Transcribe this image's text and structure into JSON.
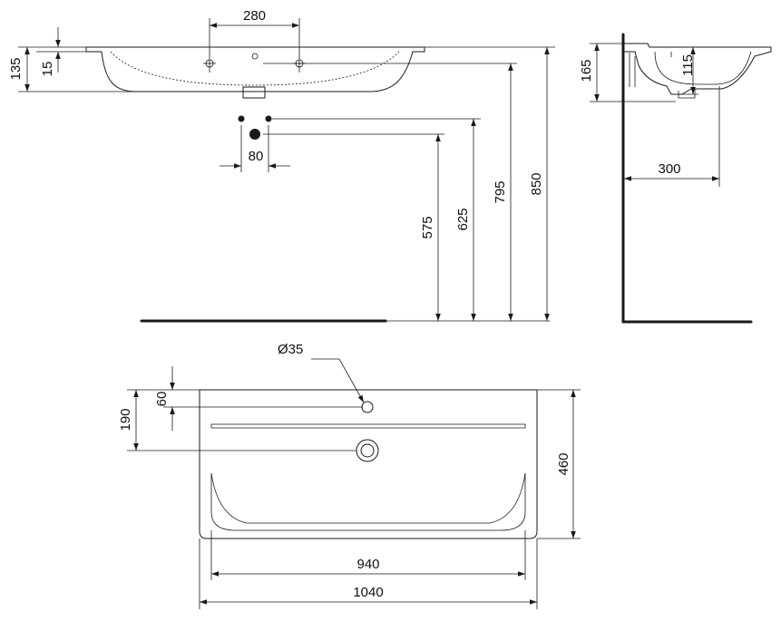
{
  "dimensions": {
    "tap_spacing": "280",
    "outlet_offset": "80",
    "basin_height": "135",
    "rim_thickness": "15",
    "height_575": "575",
    "height_625": "625",
    "height_795": "795",
    "height_850": "850",
    "side_165": "165",
    "side_115": "115",
    "side_300": "300",
    "hole_diameter": "Ø35",
    "hole_offset_60": "60",
    "waste_offset_190": "190",
    "depth_460": "460",
    "width_940": "940",
    "width_1040": "1040"
  }
}
